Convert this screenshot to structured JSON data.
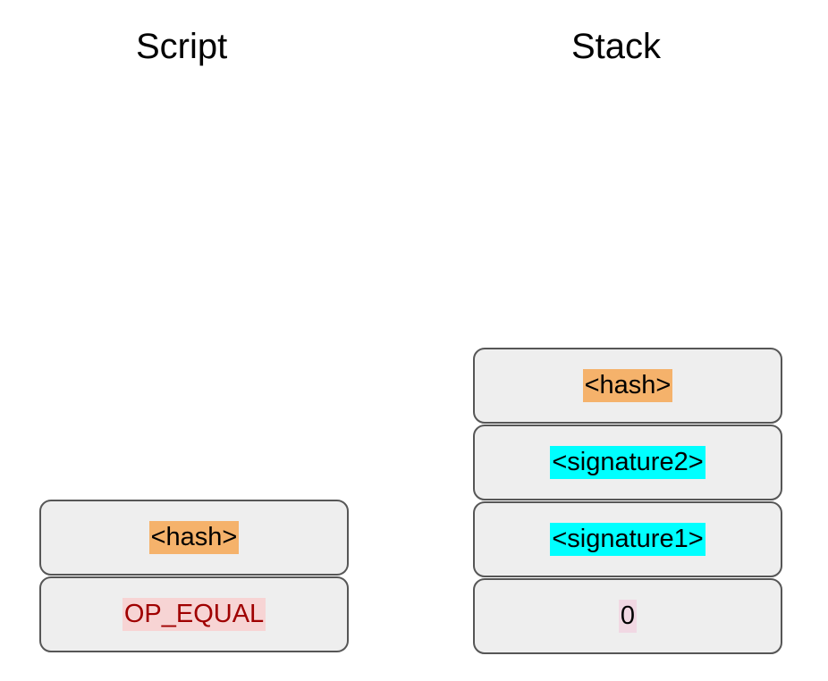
{
  "diagram": {
    "title_script": "Script",
    "title_stack": "Stack",
    "script": {
      "label": "Script",
      "cells": [
        {
          "text": "<hash>",
          "highlight": "orange"
        },
        {
          "text": "OP_EQUAL",
          "highlight": "red"
        }
      ]
    },
    "stack": {
      "label": "Stack",
      "cells": [
        {
          "text": "<hash>",
          "highlight": "orange"
        },
        {
          "text": "<signature2>",
          "highlight": "cyan"
        },
        {
          "text": "<signature1>",
          "highlight": "cyan"
        },
        {
          "text": "0",
          "highlight": "pink"
        }
      ]
    }
  },
  "colors": {
    "background": "#ffffff",
    "cell_fill": "#eeeeee",
    "cell_border": "#565656",
    "text": "#000000",
    "highlight_orange": "#f5b26b",
    "highlight_cyan": "#00ffff",
    "highlight_pink": "#f1d8e3",
    "highlight_red_bg": "#f7d4d4",
    "highlight_red_text": "#a00000"
  }
}
